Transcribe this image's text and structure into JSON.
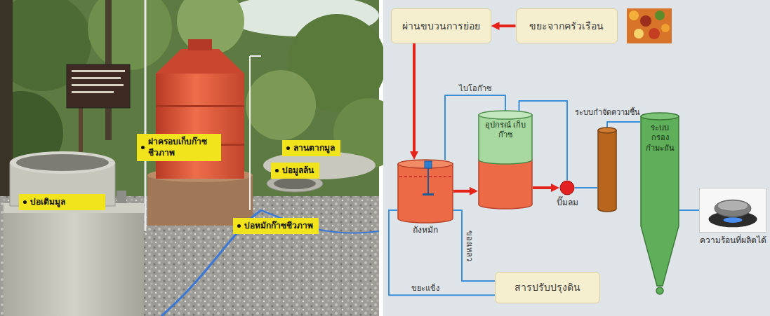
{
  "diagram": {
    "nodes": [
      {
        "text": [
          "ฝาครอบเก็บก๊าซ ชีวภาพ"
        ]
      },
      {
        "text": [
          "ลานตากมูล"
        ]
      },
      {
        "text": [
          "บ่อมูลล้น"
        ]
      },
      {
        "text": [
          "บ่อเติมมูล"
        ]
      },
      {
        "text": [
          "บ่อหมักก๊าซชีวภาพ"
        ]
      },
      {
        "text": [
          "ผ่านขบวนการย่อย"
        ]
      },
      {
        "text": [
          "ขยะจากครัวเรือน"
        ]
      },
      {
        "text": [
          "ถังหมัก"
        ]
      },
      {
        "text": [
          "อุปกรณ์ เก็บก๊าซ"
        ]
      },
      {
        "text": [
          "ปั๊มลม"
        ]
      },
      {
        "text": [
          "ระบบกำจัดความชื้น"
        ]
      },
      {
        "text": [
          "ระบบกรอง กำมะถัน"
        ]
      },
      {
        "text": [
          "ความร้อนที่ผลิตได้"
        ]
      },
      {
        "text": [
          "สารปรับปรุงดิน"
        ]
      }
    ],
    "edges": [
      {
        "from": 6,
        "to": 5,
        "arrow": "to"
      },
      {
        "from": 5,
        "to": 7,
        "arrow": "to"
      },
      {
        "from": 7,
        "to": 8,
        "arrow": "to"
      },
      {
        "from": 7,
        "to": 8,
        "label": "ไบโอก๊าซ",
        "arrow": "none"
      },
      {
        "from": 8,
        "to": 9,
        "arrow": "to"
      },
      {
        "from": 8,
        "to": 9,
        "arrow": "none"
      },
      {
        "from": 9,
        "to": 10,
        "arrow": "none"
      },
      {
        "from": 10,
        "to": 11,
        "arrow": "none"
      },
      {
        "from": 11,
        "to": 12,
        "arrow": "none"
      },
      {
        "from": 7,
        "to": 13,
        "label": "ของเหลว",
        "arrow": "none"
      },
      {
        "from": 7,
        "to": 13,
        "label": "ขยะแข็ง",
        "arrow": "none"
      }
    ]
  }
}
